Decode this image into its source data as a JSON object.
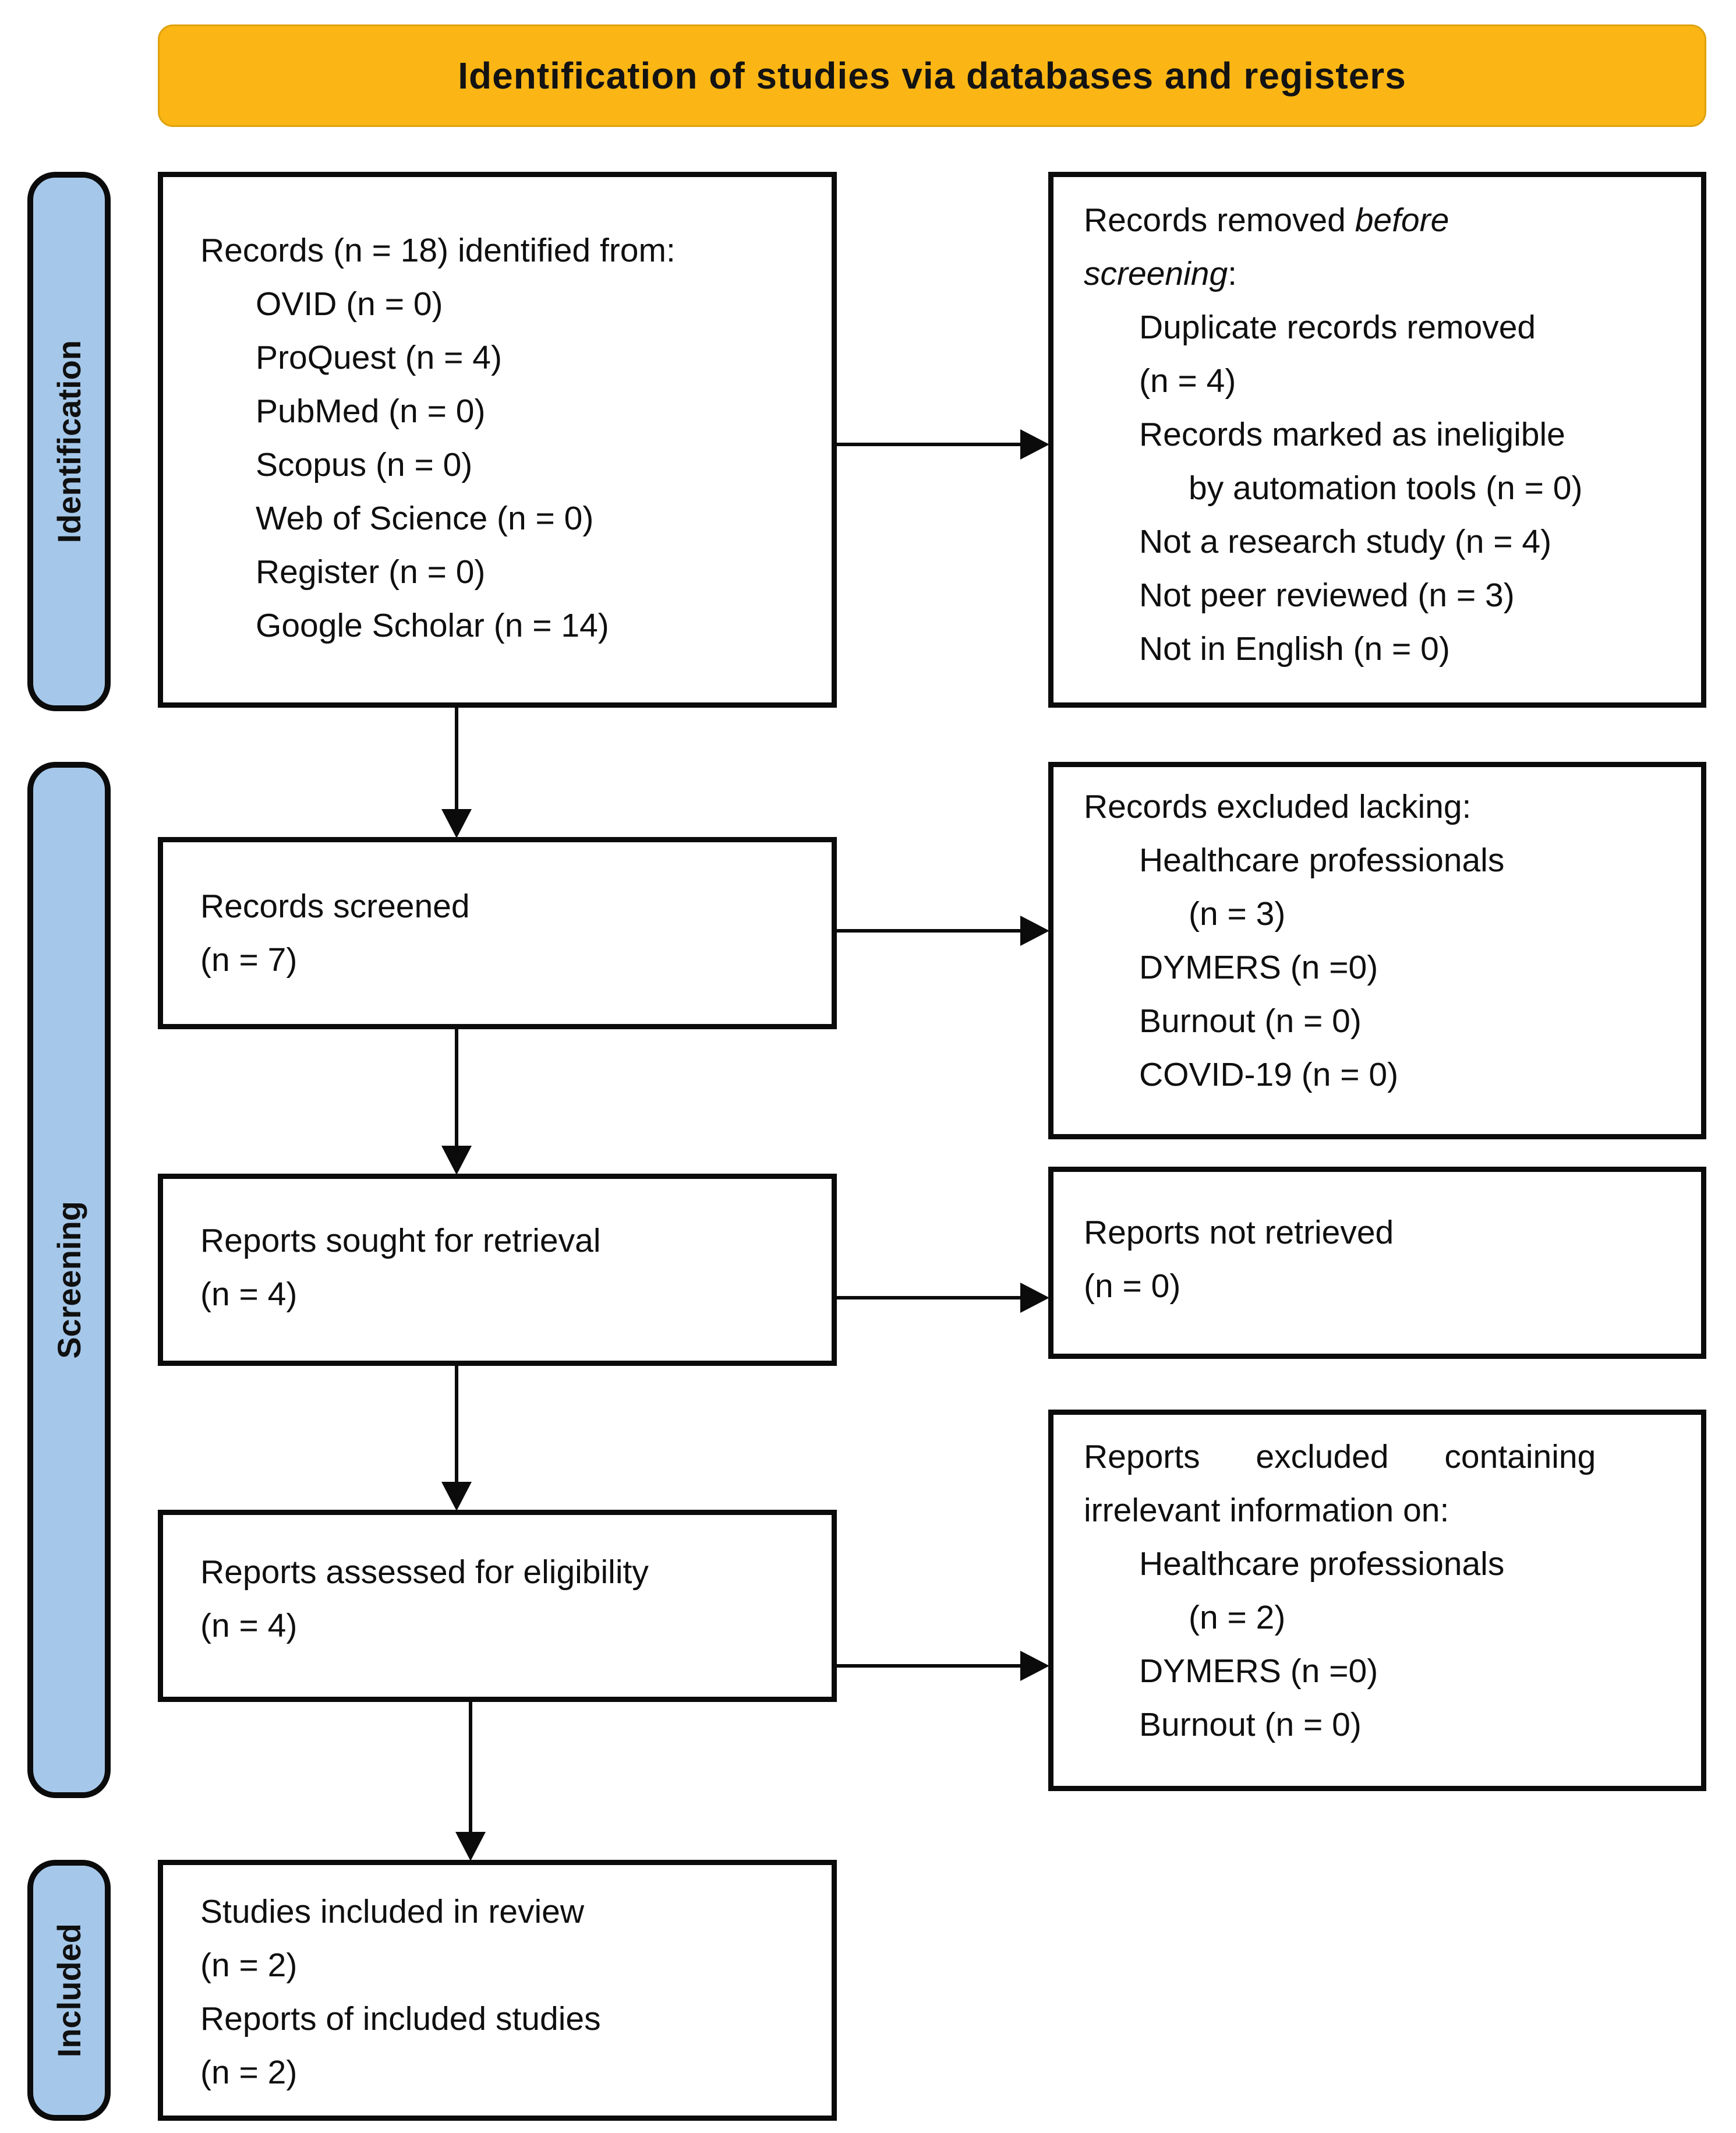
{
  "banner": {
    "title": "Identification of studies via databases and registers"
  },
  "sidebars": {
    "identification": "Identification",
    "screening": "Screening",
    "included": "Included"
  },
  "boxes": {
    "records_identified": {
      "lines": [
        {
          "text": "Records (n = 18) identified from:",
          "indent": 0
        },
        {
          "text": "OVID (n = 0)",
          "indent": 1
        },
        {
          "text": "ProQuest (n = 4)",
          "indent": 1
        },
        {
          "text": "PubMed (n = 0)",
          "indent": 1
        },
        {
          "text": "Scopus (n = 0)",
          "indent": 1
        },
        {
          "text": "Web of Science (n = 0)",
          "indent": 1
        },
        {
          "text": "Register (n = 0)",
          "indent": 1
        },
        {
          "text": "Google Scholar (n = 14)",
          "indent": 1
        }
      ]
    },
    "records_removed": {
      "lines": [
        {
          "indent": 0,
          "segments": [
            {
              "t": "Records removed "
            },
            {
              "t": "before",
              "i": true
            }
          ]
        },
        {
          "indent": 0,
          "segments": [
            {
              "t": "screening",
              "i": true
            },
            {
              "t": ":"
            }
          ]
        },
        {
          "text": "Duplicate records removed",
          "indent": 1
        },
        {
          "text": "(n = 4)",
          "indent": 1
        },
        {
          "text": "Records marked as ineligible",
          "indent": 1
        },
        {
          "text": "by automation tools (n = 0)",
          "indent": 2
        },
        {
          "text": "Not a research study (n = 4)",
          "indent": 1
        },
        {
          "text": "Not peer reviewed (n = 3)",
          "indent": 1
        },
        {
          "text": "Not in English (n = 0)",
          "indent": 1
        }
      ]
    },
    "records_screened": {
      "lines": [
        {
          "text": "Records screened",
          "indent": 0
        },
        {
          "text": "(n = 7)",
          "indent": 0
        }
      ]
    },
    "records_excluded": {
      "lines": [
        {
          "text": "Records excluded lacking:",
          "indent": 0
        },
        {
          "text": "Healthcare professionals",
          "indent": 1
        },
        {
          "text": "(n = 3)",
          "indent": 2
        },
        {
          "text": "DYMERS (n =0)",
          "indent": 1
        },
        {
          "text": "Burnout (n = 0)",
          "indent": 1
        },
        {
          "text": "COVID-19 (n = 0)",
          "indent": 1
        }
      ]
    },
    "reports_sought": {
      "lines": [
        {
          "text": "Reports sought for retrieval",
          "indent": 0
        },
        {
          "text": "(n = 4)",
          "indent": 0
        }
      ]
    },
    "reports_not_retrieved": {
      "lines": [
        {
          "text": "Reports not retrieved",
          "indent": 0
        },
        {
          "text": "(n = 0)",
          "indent": 0
        }
      ]
    },
    "reports_assessed": {
      "lines": [
        {
          "text": "Reports assessed for eligibility",
          "indent": 0
        },
        {
          "text": "(n = 4)",
          "indent": 0
        }
      ]
    },
    "reports_excluded": {
      "lines": [
        {
          "text": "Reports excluded containing",
          "indent": 0,
          "justify": true
        },
        {
          "text": "irrelevant information on:",
          "indent": 0
        },
        {
          "text": "Healthcare professionals",
          "indent": 1
        },
        {
          "text": "(n = 2)",
          "indent": 2
        },
        {
          "text": "DYMERS (n =0)",
          "indent": 1
        },
        {
          "text": "Burnout (n = 0)",
          "indent": 1
        }
      ]
    },
    "studies_included": {
      "lines": [
        {
          "text": "Studies included in review",
          "indent": 0
        },
        {
          "text": "(n = 2)",
          "indent": 0
        },
        {
          "text": "Reports of included studies",
          "indent": 0
        },
        {
          "text": "(n = 2)",
          "indent": 0
        }
      ]
    }
  },
  "colors": {
    "banner_bg": "#FBB615",
    "sidebar_bg": "#A5C8EA",
    "line_color": "#0B0B0B"
  }
}
